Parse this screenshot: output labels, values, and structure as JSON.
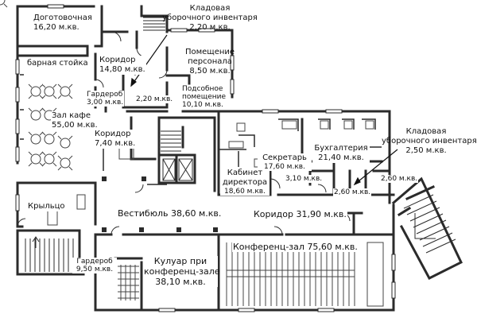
{
  "rooms": {
    "dogotovochnaya": {
      "name": "Доготовочная",
      "area": "16,20 м.кв."
    },
    "barnaya_stoyka": {
      "name": "барная стойка"
    },
    "koridor_top": {
      "name": "Коридор",
      "area": "14,80 м.кв."
    },
    "pomeschenie_personala": {
      "name": "Помещение",
      "name2": "персонала",
      "area": "8,50 м.кв."
    },
    "kladovaya_top": {
      "name": "Кладовая",
      "name2": "уборочного инвентаря",
      "area": "2,20 м.кв."
    },
    "garderob_top": {
      "name": "Гардероб",
      "area": "3,00 м.кв."
    },
    "small_room": {
      "area": "2,20 м.кв."
    },
    "podsobnoe": {
      "name": "Подсобное",
      "name2": "помещение",
      "area": "10,10 м.кв."
    },
    "zal_kafe": {
      "name": "Зал кафе",
      "area": "55,00 м.кв."
    },
    "koridor_mid": {
      "name": "Коридор",
      "area": "7,40 м.кв."
    },
    "kabinet": {
      "name": "Кабинет",
      "name2": "директора",
      "area": "18,60 м.кв."
    },
    "sekretar": {
      "name": "Секретарь",
      "area": "17,60 м.кв."
    },
    "buhgalteriya": {
      "name": "Бухгалтерия",
      "area": "21,40 м.кв."
    },
    "kladovaya_right": {
      "name": "Кладовая",
      "name2": "уборочного инвентаря",
      "area": "2,50 м.кв."
    },
    "room_310": {
      "area": "3,10 м.кв."
    },
    "room_260a": {
      "area": "2,60 м.кв."
    },
    "room_260b": {
      "area": "2,60 м.кв."
    },
    "kryltso": {
      "name": "Крыльцо"
    },
    "vestibyul": {
      "name": "Вестибюль",
      "area": "38,60 м.кв."
    },
    "koridor_main": {
      "name": "Коридор",
      "area": "31,90 м.кв."
    },
    "konferents_zal": {
      "name": "Конференц-зал",
      "area": "75,60 м.кв."
    },
    "garderob_bottom": {
      "name": "Гардероб",
      "area": "9,50 м.кв."
    },
    "kuluar": {
      "name": "Кулуар при",
      "name2": "конференц-зале",
      "area": "38,10 м.кв."
    }
  },
  "colors": {
    "wall": "#2b2b2b",
    "background": "#ffffff",
    "furniture": "#444444"
  }
}
